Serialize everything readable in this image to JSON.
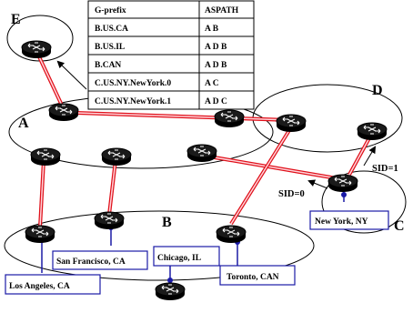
{
  "table": {
    "headers": [
      "G-prefix",
      "ASPATH"
    ],
    "rows": [
      {
        "prefix": "B.US.CA",
        "aspath": "A B"
      },
      {
        "prefix": "B.US.IL",
        "aspath": "A D B"
      },
      {
        "prefix": "B.CAN",
        "aspath": "A D B"
      },
      {
        "prefix": "C.US.NY.NewYork.0",
        "aspath": "A C"
      },
      {
        "prefix": "C.US.NY.NewYork.1",
        "aspath": "A D C"
      }
    ]
  },
  "as_labels": {
    "a": "A",
    "b": "B",
    "c": "C",
    "d": "D",
    "e": "E"
  },
  "cities": {
    "san_francisco": "San Francisco, CA",
    "chicago": "Chicago, IL",
    "toronto": "Toronto, CAN",
    "new_york": "New York, NY",
    "los_angeles": "Los Angeles, CA"
  },
  "sid_labels": {
    "sid0": "SID=0",
    "sid1": "SID=1"
  },
  "colors": {
    "link": "#e0101a",
    "link_fill": "#ffd6dc",
    "access": "#1a1aa6",
    "box_border": "#1a1aa6"
  }
}
